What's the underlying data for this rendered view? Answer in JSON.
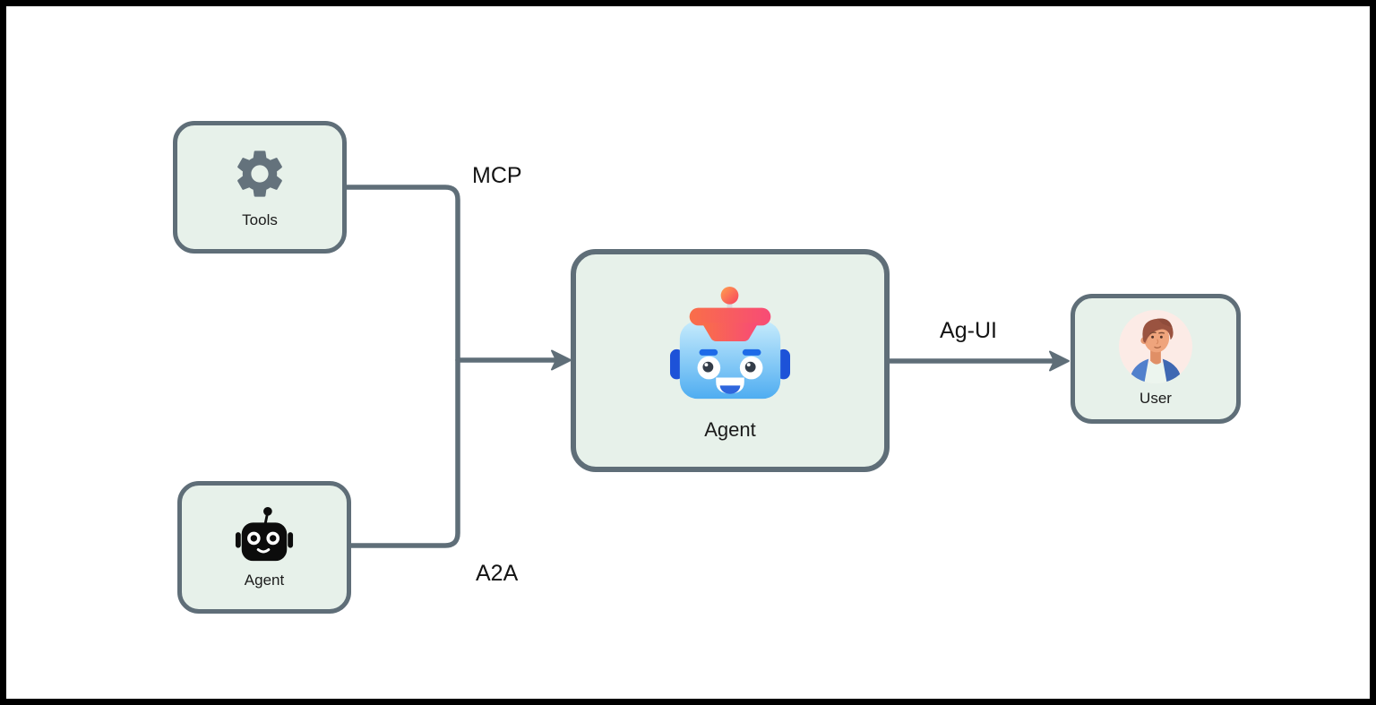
{
  "diagram": {
    "nodes": {
      "tools": {
        "label": "Tools",
        "icon": "gear-icon"
      },
      "external_agent": {
        "label": "Agent",
        "icon": "robot-icon"
      },
      "main_agent": {
        "label": "Agent",
        "icon": "robot-face-icon"
      },
      "user": {
        "label": "User",
        "icon": "person-avatar"
      }
    },
    "edges": {
      "mcp": {
        "label": "MCP",
        "from": "tools",
        "to": "main_agent"
      },
      "a2a": {
        "label": "A2A",
        "from": "external_agent",
        "to": "main_agent"
      },
      "ag_ui": {
        "label": "Ag-UI",
        "from": "main_agent",
        "to": "user"
      }
    },
    "colors": {
      "node_fill": "#e7f1ea",
      "node_border": "#5f6e78",
      "connector": "#5f6e78",
      "canvas_background": "#ffffff",
      "frame_border": "#000000",
      "label_text": "#141414",
      "robot_blue": "#4fadf1",
      "robot_cap_orange": "#f96e49",
      "robot_cap_pink": "#f84b76"
    }
  }
}
